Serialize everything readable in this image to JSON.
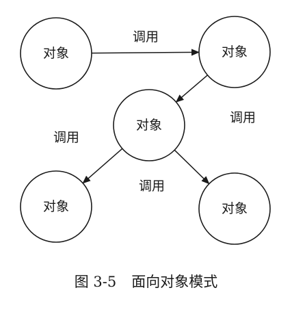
{
  "diagram": {
    "nodes": [
      {
        "id": "top-left",
        "label": "对象"
      },
      {
        "id": "top-right",
        "label": "对象"
      },
      {
        "id": "center",
        "label": "对象"
      },
      {
        "id": "bottom-left",
        "label": "对象"
      },
      {
        "id": "bottom-right",
        "label": "对象"
      }
    ],
    "edges": [
      {
        "from": "top-left",
        "to": "top-right",
        "label": "调用"
      },
      {
        "from": "top-right",
        "to": "center",
        "label": "调用"
      },
      {
        "from": "center",
        "to": "bottom-left",
        "label": "调用"
      },
      {
        "from": "center",
        "to": "bottom-right",
        "label": "调用"
      }
    ]
  },
  "caption": {
    "figure_number": "图 3-5",
    "title": "面向对象模式"
  }
}
